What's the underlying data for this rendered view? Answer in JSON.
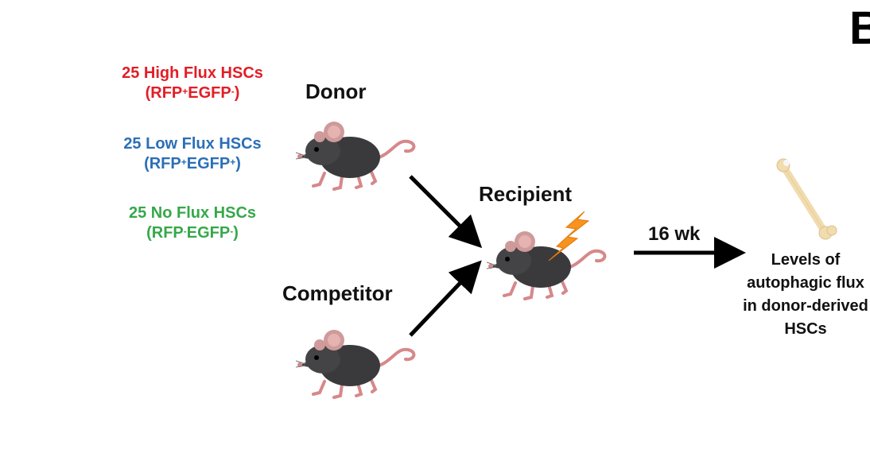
{
  "panel_letter": "B",
  "cells": [
    {
      "count_label": "25 High Flux HSCs",
      "p1": "(RFP",
      "s1": "+",
      "p2": "EGFP",
      "s2": "-",
      "p3": ")",
      "color": "#e31d25"
    },
    {
      "count_label": "25 Low Flux HSCs",
      "p1": "(RFP",
      "s1": "+",
      "p2": "EGFP",
      "s2": "+",
      "p3": ")",
      "color": "#2b6fb6"
    },
    {
      "count_label": "25 No Flux HSCs",
      "p1": "(RFP",
      "s1": "-",
      "p2": "EGFP",
      "s2": "-",
      "p3": ")",
      "color": "#36a84a"
    }
  ],
  "donor_label": "Donor",
  "competitor_label": "Competitor",
  "recipient_label": "Recipient",
  "time_label": "16 wk",
  "outcome_lines": [
    "Levels of",
    "autophagic flux",
    "in donor-derived",
    "HSCs"
  ],
  "icons": [
    "mouse-donor-icon",
    "mouse-competitor-icon",
    "mouse-recipient-icon",
    "lightning-icon",
    "bone-icon"
  ]
}
